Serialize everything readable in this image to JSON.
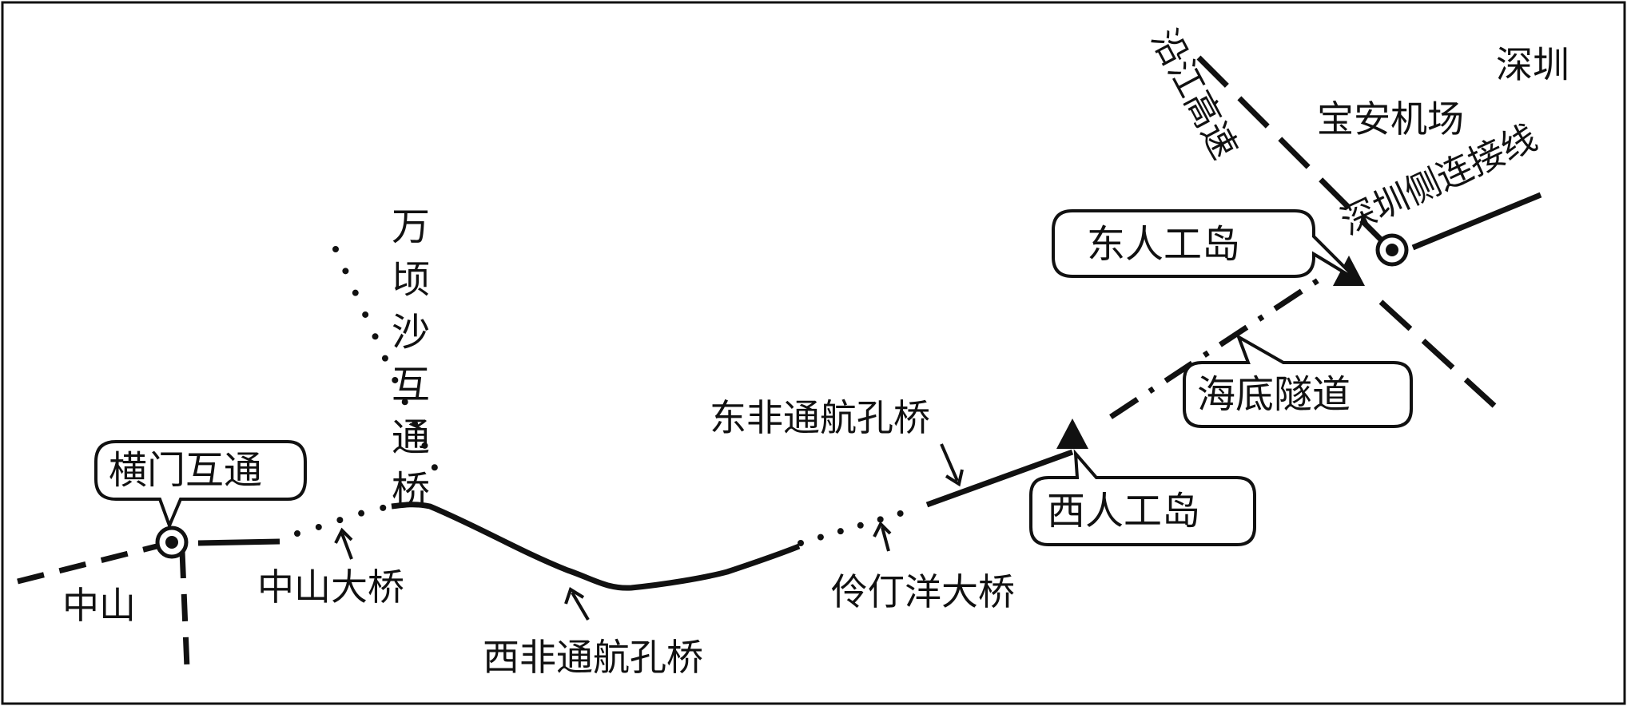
{
  "places": {
    "zhongshan": "中山",
    "shenzhen": "深圳",
    "airport": "宝安机场"
  },
  "roads": {
    "wanqingsha": "万顷沙互通桥",
    "yanjiang": "沿江高速",
    "shenzhen_link": "深圳侧连接线"
  },
  "bridges": {
    "zhongshan_bridge": "中山大桥",
    "west_channel": "西非通航孔桥",
    "east_channel": "东非通航孔桥",
    "lingding": "伶仃洋大桥"
  },
  "callouts": {
    "hengmen": "横门互通",
    "east_island": "东人工岛",
    "west_island": "西人工岛",
    "tunnel": "海底隧道"
  },
  "legend_colors": {
    "line": "#111111",
    "background": "#ffffff"
  }
}
